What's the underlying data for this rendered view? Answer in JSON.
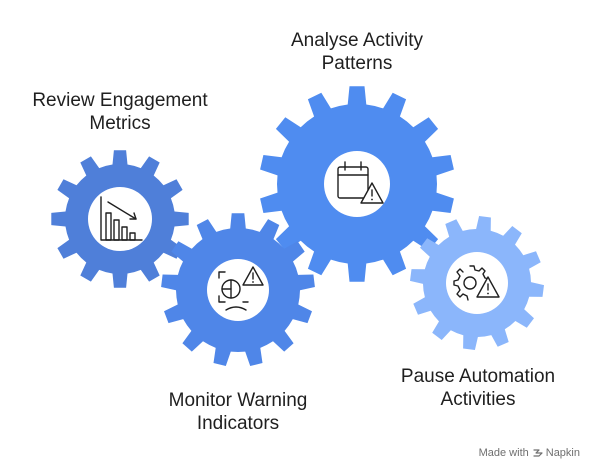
{
  "steps": [
    {
      "id": "review",
      "title_lines": [
        "Review Engagement",
        "Metrics"
      ],
      "icon": "declining-bar-chart-icon",
      "color": "#4f7fd9"
    },
    {
      "id": "monitor",
      "title_lines": [
        "Monitor Warning",
        "Indicators"
      ],
      "icon": "warning-sensor-icon",
      "color": "#4f86e8"
    },
    {
      "id": "analyse",
      "title_lines": [
        "Analyse Activity",
        "Patterns"
      ],
      "icon": "calendar-warning-icon",
      "color": "#4f8cf0"
    },
    {
      "id": "pause",
      "title_lines": [
        "Pause Automation",
        "Activities"
      ],
      "icon": "gear-warning-icon",
      "color": "#8bb6fb"
    }
  ],
  "footer": {
    "made_with": "Made with",
    "brand": "Napkin"
  }
}
